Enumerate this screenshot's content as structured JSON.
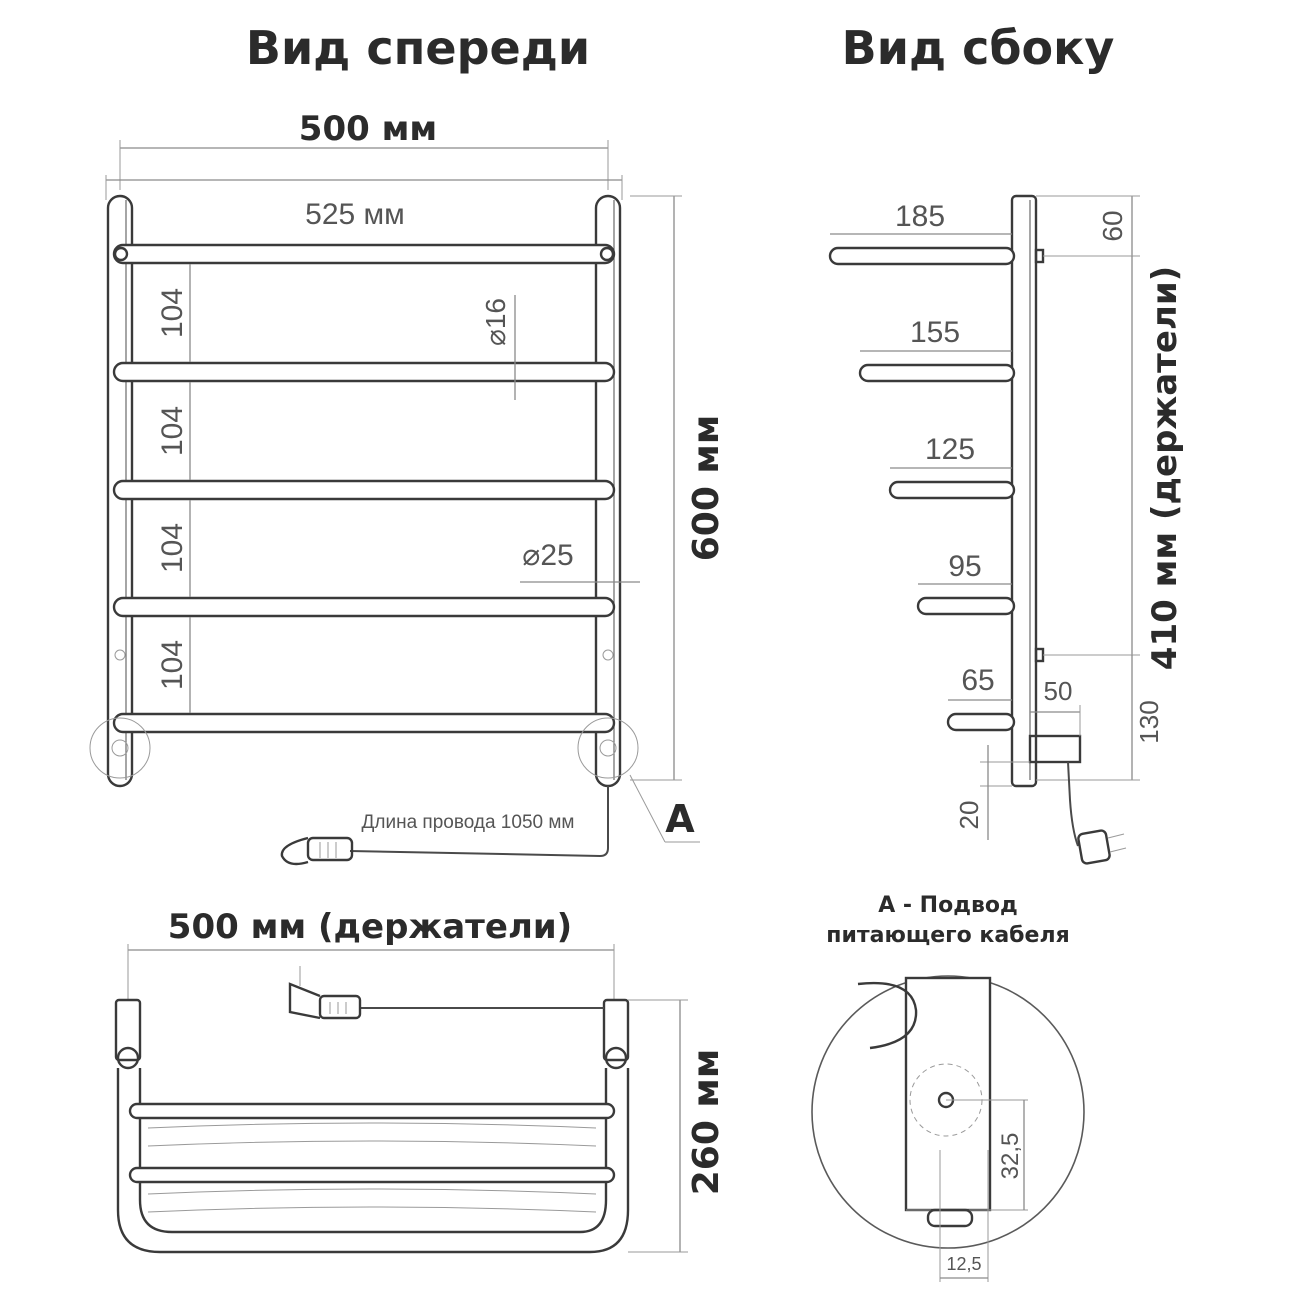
{
  "titles": {
    "front": "Вид спереди",
    "side": "Вид сбоку"
  },
  "front": {
    "width_outer": "500 мм",
    "width_inner": "525 мм",
    "height": "600 мм",
    "spacing": [
      "104",
      "104",
      "104",
      "104"
    ],
    "diameter_rung": "⌀16",
    "diameter_post": "⌀25",
    "cable_length": "Длина провода 1050 мм",
    "detail_marker": "А"
  },
  "side": {
    "depths": [
      "185",
      "155",
      "125",
      "95",
      "65"
    ],
    "top_offset": "60",
    "holders_height": "410 мм (держатели)",
    "bottom_offset": "130",
    "box_depth": "50",
    "floor_gap": "20"
  },
  "top": {
    "holders_width": "500 мм (держатели)",
    "depth": "260 мм"
  },
  "detail": {
    "title_line1": "А - Подвод",
    "title_line2": "питающего кабеля",
    "height": "32,5",
    "width": "12,5"
  }
}
